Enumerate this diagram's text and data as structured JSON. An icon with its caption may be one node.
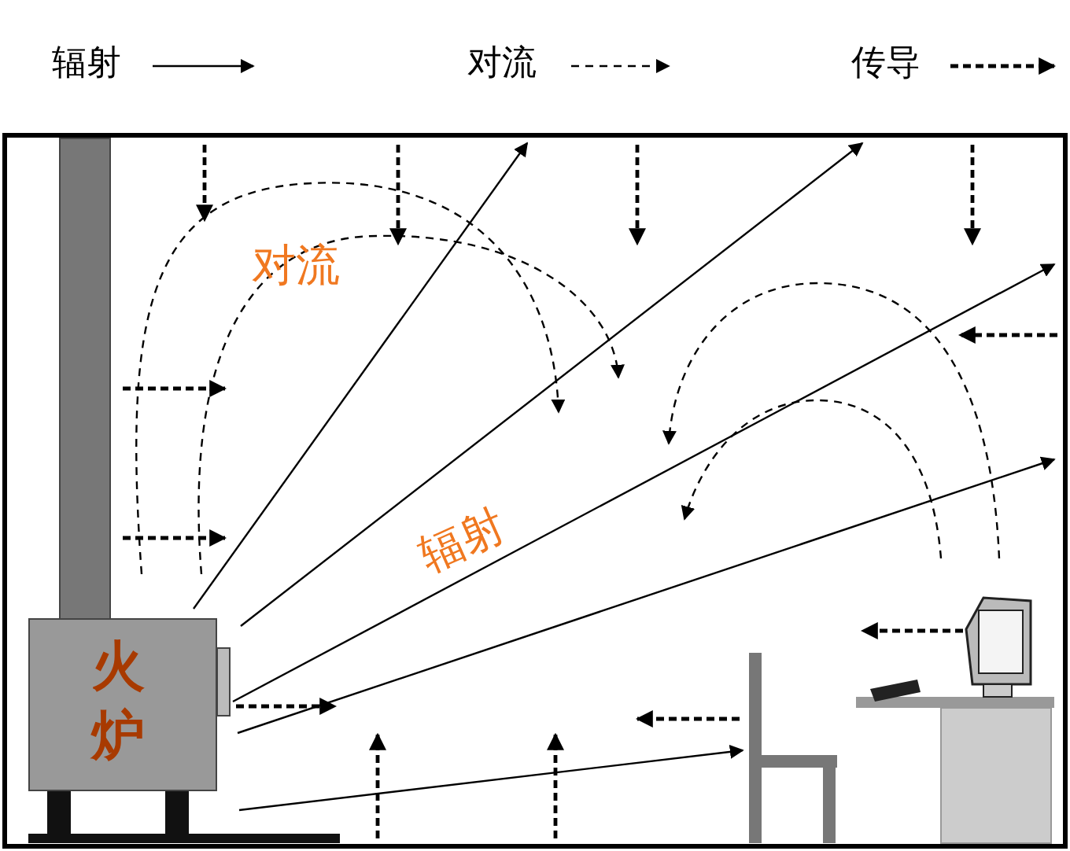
{
  "diagram": {
    "nodes": [
      {
        "text": [
          "火炉"
        ]
      }
    ],
    "labels": [
      "对流",
      "辐射"
    ],
    "legend": [
      {
        "text": "辐射"
      },
      {
        "text": "对流"
      },
      {
        "text": "传导"
      }
    ]
  }
}
